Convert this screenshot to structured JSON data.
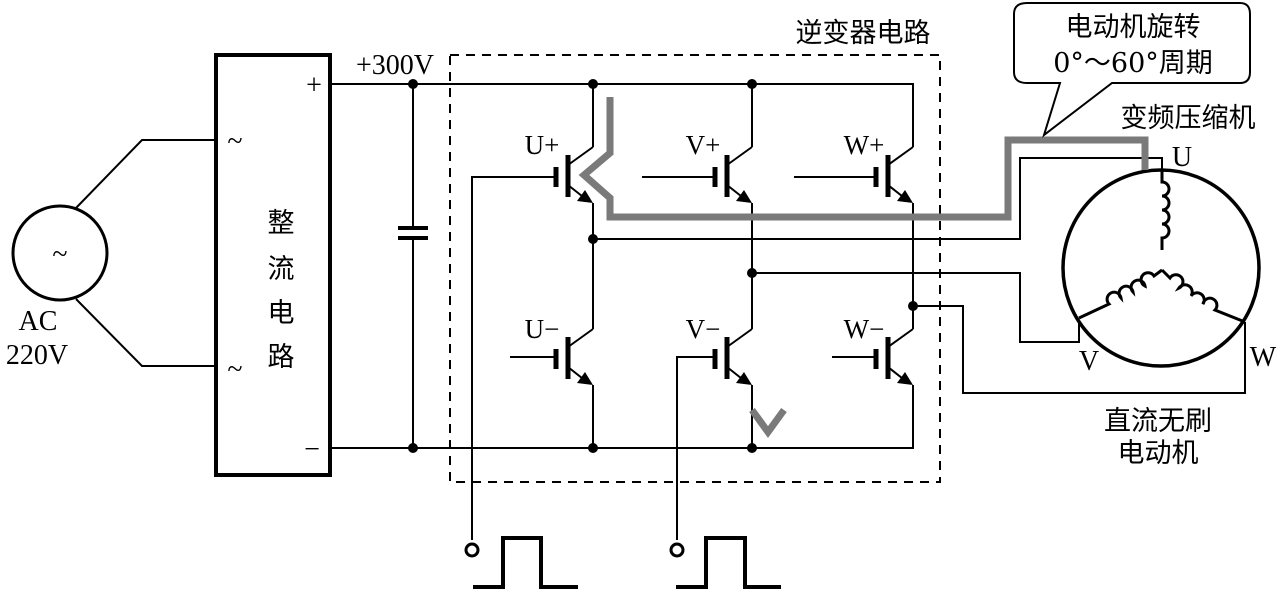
{
  "ac_source": {
    "label_line1": "AC",
    "label_line2": "220V",
    "symbol": "~"
  },
  "rectifier": {
    "label_chars": [
      "整",
      "流",
      "电",
      "路"
    ],
    "input_symbol": "~",
    "plus": "+",
    "minus": "−"
  },
  "dc_bus": {
    "voltage_label": "+300V"
  },
  "inverter": {
    "title": "逆变器电路",
    "switches": {
      "u_plus": "U+",
      "v_plus": "V+",
      "w_plus": "W+",
      "u_minus": "U−",
      "v_minus": "V−",
      "w_minus": "W−"
    }
  },
  "callout": {
    "line1": "电动机旋转",
    "line2": "0°～60°周期"
  },
  "compressor_label": "变频压缩机",
  "motor": {
    "phase_u": "U",
    "phase_v": "V",
    "phase_w": "W",
    "label_line1": "直流无刷",
    "label_line2": "电动机"
  },
  "colors": {
    "wire": "#000000",
    "current_path": "#7a7a7a"
  }
}
